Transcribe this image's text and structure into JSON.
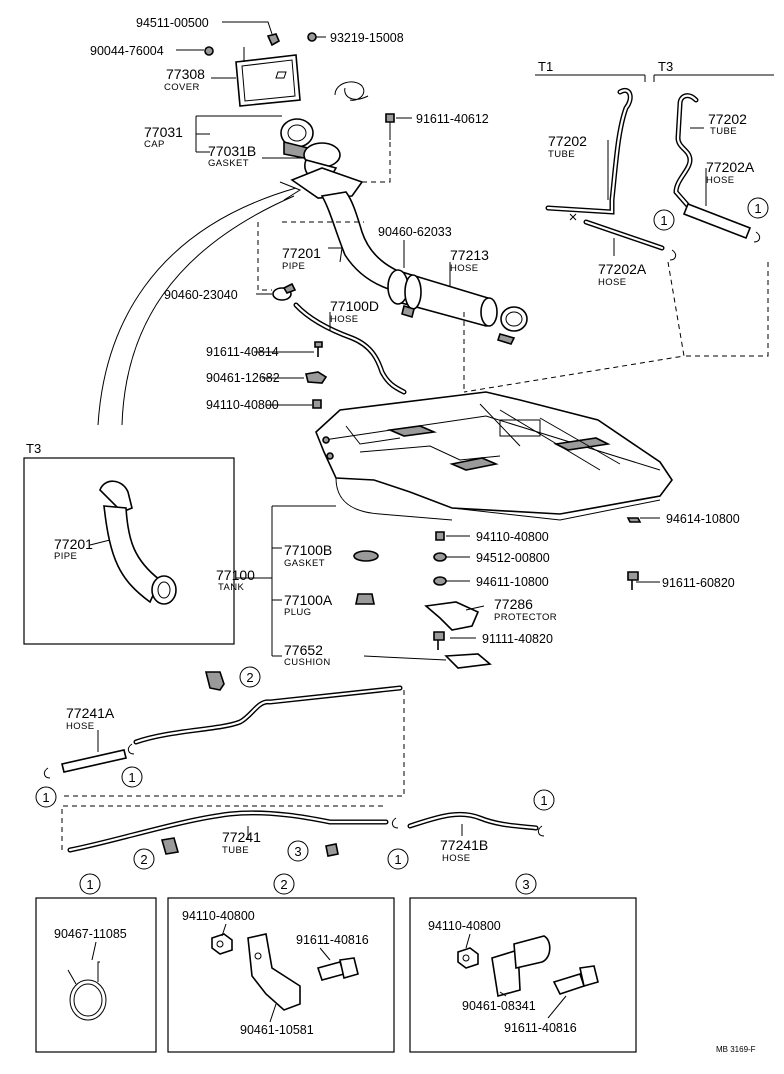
{
  "parts": {
    "p94511": "94511-00500",
    "p93219": "93219-15008",
    "p90044": "90044-76004",
    "p77308": "77308",
    "cover": "COVER",
    "p77031": "77031",
    "cap": "CAP",
    "p77031b": "77031B",
    "gasket": "GASKET",
    "p91611_40612": "91611-40612",
    "p90460_62033": "90460-62033",
    "p77201": "77201",
    "pipe": "PIPE",
    "p77213": "77213",
    "hose": "HOSE",
    "p90460_23040": "90460-23040",
    "p77100d": "77100D",
    "p91611_40814": "91611-40814",
    "p90461_12682": "90461-12682",
    "p94110_40800": "94110-40800",
    "p94614": "94614-10800",
    "p77100": "77100",
    "tank": "TANK",
    "p77100b": "77100B",
    "p94512": "94512-00800",
    "p94611": "94611-10800",
    "p91611_60820": "91611-60820",
    "p77100a": "77100A",
    "plug": "PLUG",
    "p77286": "77286",
    "protector": "PROTECTOR",
    "p91111": "91111-40820",
    "p77652": "77652",
    "cushion": "CUSHION",
    "p77202": "77202",
    "tube": "TUBE",
    "p77202a": "77202A",
    "p77241a": "77241A",
    "p77241": "77241",
    "p77241b": "77241B",
    "p90467": "90467-11085",
    "p91611_40816": "91611-40816",
    "p90461_10581": "90461-10581",
    "p90461_08341": "90461-08341"
  },
  "variants": {
    "t1": "T1",
    "t3": "T3"
  },
  "callouts": {
    "c1": "1",
    "c2": "2",
    "c3": "3"
  },
  "footer": "MB 3169-F"
}
